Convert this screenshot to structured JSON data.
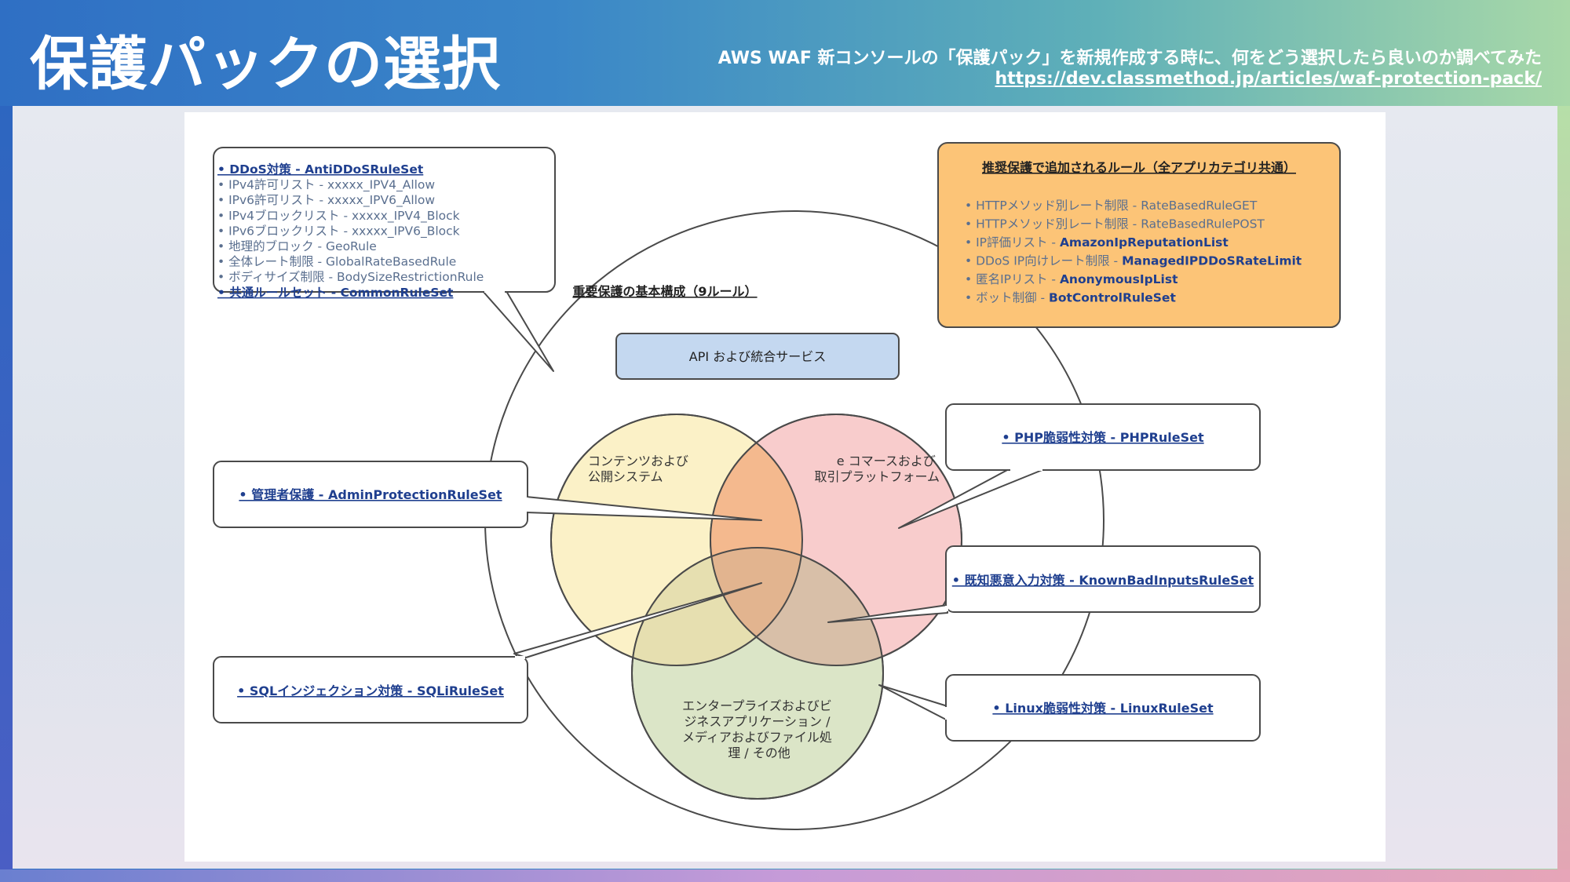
{
  "header": {
    "title": "保護パックの選択",
    "subtitle": "AWS WAF 新コンソールの「保護パック」を新規作成する時に、何をどう選択したら良いのか調べてみた",
    "url": "https://dev.classmethod.jp/articles/waf-protection-pack/"
  },
  "diagram": {
    "core_title": "重要保護の基本構成（9ルール）",
    "api_box": "API および統合サービス",
    "circles": {
      "content": [
        "コンテンツおよび",
        "公開システム"
      ],
      "ecommerce": [
        "e コマースおよび",
        "取引プラットフォーム"
      ],
      "enterprise": [
        "エンタープライズおよびビ",
        "ジネスアプリケーション /",
        "メディアおよびファイル処",
        "理 / その他"
      ]
    },
    "core_rules": {
      "items": [
        {
          "text": "• DDoS対策 - AntiDDoSRuleSet",
          "bold": true
        },
        {
          "text": "• IPv4許可リスト - xxxxx_IPV4_Allow",
          "bold": false
        },
        {
          "text": "• IPv6許可リスト - xxxxx_IPV6_Allow",
          "bold": false
        },
        {
          "text": "• IPv4ブロックリスト - xxxxx_IPV4_Block",
          "bold": false
        },
        {
          "text": "• IPv6ブロックリスト - xxxxx_IPV6_Block",
          "bold": false
        },
        {
          "text": "• 地理的ブロック - GeoRule",
          "bold": false
        },
        {
          "text": "• 全体レート制限 - GlobalRateBasedRule",
          "bold": false
        },
        {
          "text": "• ボディサイズ制限 - BodySizeRestrictionRule",
          "bold": false
        },
        {
          "text": "• 共通ルールセット - CommonRuleSet",
          "bold": true
        }
      ]
    },
    "recommended": {
      "title": "推奨保護で追加されるルール（全アプリカテゴリ共通）",
      "items": [
        {
          "prefix": "• HTTPメソッド別レート制限 - ",
          "name": "RateBasedRuleGET",
          "bold": false
        },
        {
          "prefix": "• HTTPメソッド別レート制限 - ",
          "name": "RateBasedRulePOST",
          "bold": false
        },
        {
          "prefix": "• IP評価リスト - ",
          "name": "AmazonIpReputationList",
          "bold": true
        },
        {
          "prefix": "• DDoS IP向けレート制限 - ",
          "name": "ManagedIPDDoSRateLimit",
          "bold": true
        },
        {
          "prefix": "• 匿名IPリスト - ",
          "name": "AnonymousIpList",
          "bold": true
        },
        {
          "prefix": "• ボット制御 - ",
          "name": "BotControlRuleSet",
          "bold": true
        }
      ]
    },
    "callouts": {
      "admin": "• 管理者保護 - AdminProtectionRuleSet",
      "sqli": "• SQLインジェクション対策 - SQLiRuleSet",
      "php": "• PHP脆弱性対策 - PHPRuleSet",
      "badinputs": "• 既知悪意入力対策 - KnownBadInputsRuleSet",
      "linux": "• Linux脆弱性対策 - LinuxRuleSet"
    },
    "colors": {
      "link": "#1f3f8f",
      "gray_text": "#5a6f8f",
      "content_circle": "#fbf1c7",
      "ecommerce_circle": "#f8c9c9",
      "enterprise_circle": "#d7e2c1",
      "api_box": "#c4d8f0",
      "recommended_box": "#fcc477"
    }
  }
}
